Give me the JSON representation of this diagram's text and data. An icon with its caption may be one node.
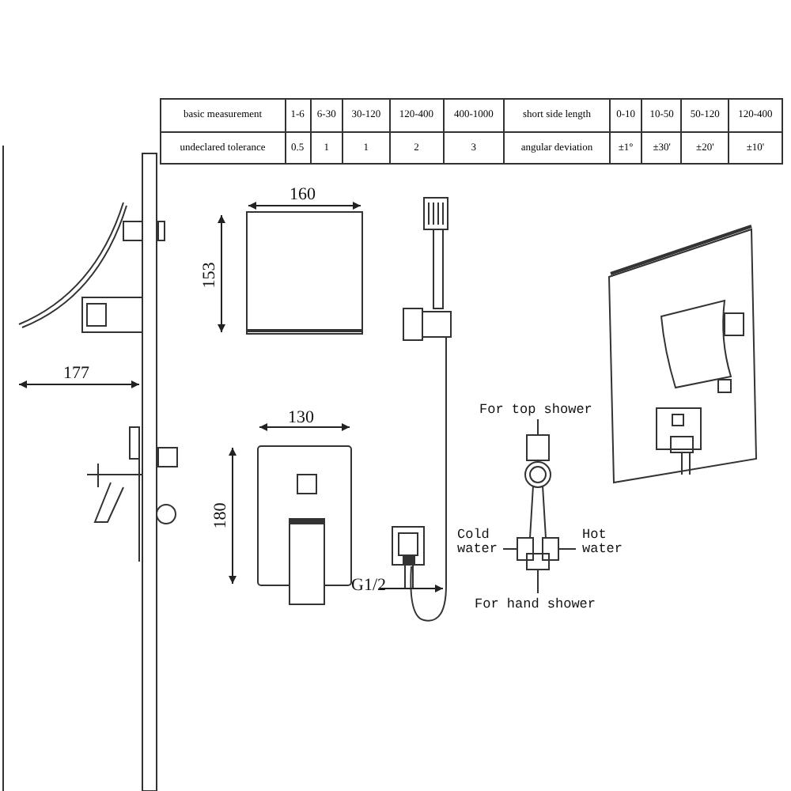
{
  "diagram": {
    "labels": [
      "basic measurement",
      "1-6",
      "6-30",
      "30-120",
      "120-400",
      "400-1000",
      "short side length",
      "0-10",
      "10-50",
      "50-120",
      "120-400",
      "undeclared tolerance",
      "0.5",
      "1",
      "1",
      "2",
      "3",
      "angular deviation",
      "±1°",
      "±30'",
      "±20'",
      "±10'",
      "177",
      "160",
      "153",
      "130",
      "180",
      "G1/2",
      "For top shower",
      "Cold water",
      "Hot water",
      "For hand shower"
    ]
  }
}
